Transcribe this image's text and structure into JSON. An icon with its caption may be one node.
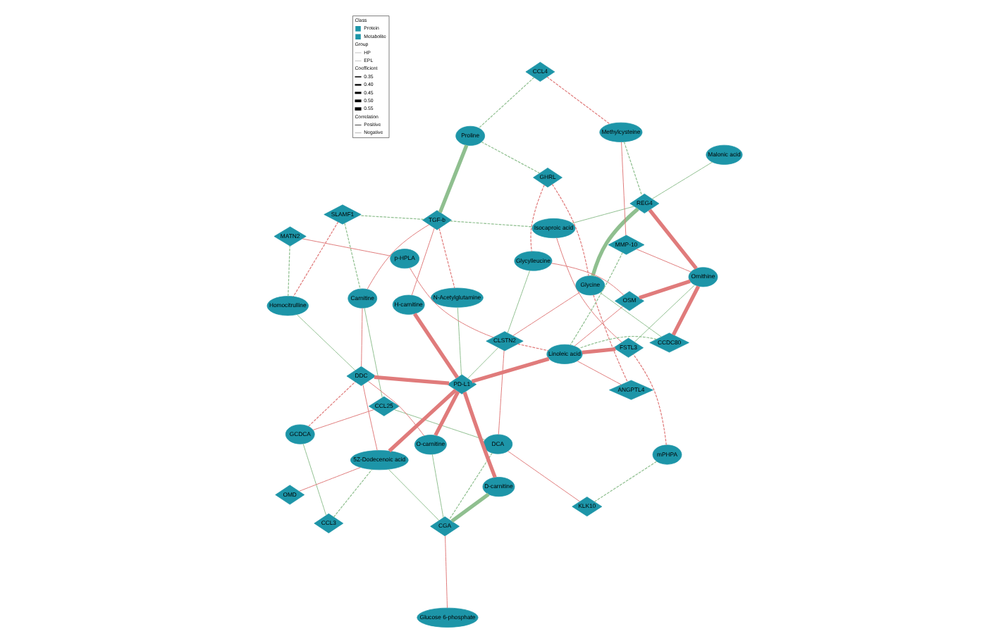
{
  "diagram": {
    "nodes": [
      {
        "text": [
          "KLK10"
        ]
      },
      {
        "text": [
          "CCL25"
        ]
      },
      {
        "text": [
          "CCL4"
        ]
      },
      {
        "text": [
          "Proline"
        ]
      },
      {
        "text": [
          "DCA"
        ]
      },
      {
        "text": [
          "Carnitine"
        ]
      },
      {
        "text": [
          "GCDCA"
        ]
      },
      {
        "text": [
          "mPHPA"
        ]
      },
      {
        "text": [
          "TGF-b"
        ]
      },
      {
        "text": [
          "SLAMF1"
        ]
      },
      {
        "text": [
          "Glucose 6-phosphate"
        ]
      },
      {
        "text": [
          "DDC"
        ]
      },
      {
        "text": [
          "Malonic acid"
        ]
      },
      {
        "text": [
          "Isocaproic acid"
        ]
      },
      {
        "text": [
          "D-carnitine"
        ]
      },
      {
        "text": [
          "CCL3"
        ]
      },
      {
        "text": [
          "FSTL3"
        ]
      },
      {
        "text": [
          "GHRL"
        ]
      },
      {
        "text": [
          "H-carnitine"
        ]
      },
      {
        "text": [
          "CGA"
        ]
      },
      {
        "text": [
          "Homocitrulline"
        ]
      },
      {
        "text": [
          "O-carnitine"
        ]
      },
      {
        "text": [
          "Glycine"
        ]
      },
      {
        "text": [
          "Methylcysteine"
        ]
      },
      {
        "text": [
          "REG4"
        ]
      },
      {
        "text": [
          "ANGPTL4"
        ]
      },
      {
        "text": [
          "CCDC80"
        ]
      },
      {
        "text": [
          "PD-L1"
        ]
      },
      {
        "text": [
          "5Z-Dodecenoic acid"
        ]
      },
      {
        "text": [
          "N-Acetylglutamine"
        ]
      },
      {
        "text": [
          "MMP-10"
        ]
      },
      {
        "text": [
          "CLSTN2"
        ]
      },
      {
        "text": [
          "MATN2"
        ]
      },
      {
        "text": [
          "OMD"
        ]
      },
      {
        "text": [
          "Ornithine"
        ]
      },
      {
        "text": [
          "Linoleic acid"
        ]
      },
      {
        "text": [
          "p-HPLA"
        ]
      },
      {
        "text": [
          "OSM"
        ]
      },
      {
        "text": [
          "Glycylleucine"
        ]
      }
    ],
    "edges": [
      {
        "from": 0,
        "to": 4,
        "arrow": "none"
      },
      {
        "from": 0,
        "to": 7,
        "arrow": "none",
        "style": "dashed",
        "color": "#8fbf8f"
      },
      {
        "from": 2,
        "to": 3,
        "arrow": "none",
        "style": "dashed",
        "color": "#8fbf8f"
      },
      {
        "from": 2,
        "to": 23,
        "arrow": "none",
        "style": "dashed"
      },
      {
        "from": 3,
        "to": 8,
        "arrow": "none",
        "style": "thick",
        "color": "#8fbf8f"
      },
      {
        "from": 3,
        "to": 17,
        "arrow": "none",
        "style": "dashed",
        "color": "#8fbf8f"
      },
      {
        "from": 7,
        "to": 16,
        "arrow": "none",
        "style": "dashed"
      },
      {
        "from": 8,
        "to": 13,
        "arrow": "none",
        "style": "dashed",
        "color": "#8fbf8f"
      },
      {
        "from": 8,
        "to": 9,
        "arrow": "none",
        "style": "dashed",
        "color": "#8fbf8f"
      },
      {
        "from": 9,
        "to": 5,
        "arrow": "none",
        "style": "dashed",
        "color": "#8fbf8f"
      },
      {
        "from": 8,
        "to": 5,
        "arrow": "none"
      },
      {
        "from": 8,
        "to": 18,
        "arrow": "none"
      },
      {
        "from": 8,
        "to": 29,
        "arrow": "none",
        "style": "dashed"
      },
      {
        "from": 4,
        "to": 1,
        "arrow": "none",
        "color": "#8fbf8f"
      },
      {
        "from": 4,
        "to": 31,
        "arrow": "none"
      },
      {
        "from": 4,
        "to": 19,
        "arrow": "none",
        "style": "dashed",
        "color": "#8fbf8f"
      },
      {
        "from": 1,
        "to": 5,
        "arrow": "none",
        "color": "#8fbf8f"
      },
      {
        "from": 1,
        "to": 6,
        "arrow": "none"
      },
      {
        "from": 5,
        "to": 11,
        "arrow": "none"
      },
      {
        "from": 6,
        "to": 11,
        "arrow": "none",
        "style": "dashed"
      },
      {
        "from": 6,
        "to": 15,
        "arrow": "none",
        "color": "#8fbf8f"
      },
      {
        "from": 9,
        "to": 20,
        "arrow": "none",
        "style": "dashed"
      },
      {
        "from": 10,
        "to": 19,
        "arrow": "none"
      },
      {
        "from": 11,
        "to": 27,
        "arrow": "none",
        "style": "thick"
      },
      {
        "from": 11,
        "to": 20,
        "arrow": "none",
        "color": "#8fbf8f"
      },
      {
        "from": 11,
        "to": 28,
        "arrow": "none"
      },
      {
        "from": 11,
        "to": 21,
        "arrow": "none"
      },
      {
        "from": 14,
        "to": 19,
        "arrow": "none",
        "style": "thick",
        "color": "#8fbf8f"
      },
      {
        "from": 14,
        "to": 27,
        "arrow": "none",
        "style": "thick"
      },
      {
        "from": 15,
        "to": 28,
        "arrow": "none",
        "style": "dashed",
        "color": "#8fbf8f"
      },
      {
        "from": 20,
        "to": 32,
        "arrow": "none",
        "style": "dashed",
        "color": "#8fbf8f"
      },
      {
        "from": 19,
        "to": 21,
        "arrow": "none",
        "color": "#8fbf8f"
      },
      {
        "from": 19,
        "to": 28,
        "arrow": "none",
        "color": "#8fbf8f"
      },
      {
        "from": 21,
        "to": 27,
        "arrow": "none",
        "style": "thick"
      },
      {
        "from": 18,
        "to": 27,
        "arrow": "none",
        "style": "thick"
      },
      {
        "from": 27,
        "to": 28,
        "arrow": "none",
        "style": "thick"
      },
      {
        "from": 27,
        "to": 35,
        "arrow": "none",
        "style": "thick"
      },
      {
        "from": 27,
        "to": 31,
        "arrow": "none",
        "color": "#8fbf8f"
      },
      {
        "from": 27,
        "to": 29,
        "arrow": "none",
        "color": "#8fbf8f"
      },
      {
        "from": 28,
        "to": 33,
        "arrow": "none"
      },
      {
        "from": 31,
        "to": 36,
        "arrow": "none"
      },
      {
        "from": 32,
        "to": 36,
        "arrow": "none"
      },
      {
        "from": 31,
        "to": 35,
        "arrow": "none",
        "style": "dashed"
      },
      {
        "from": 31,
        "to": 38,
        "arrow": "none",
        "color": "#8fbf8f"
      },
      {
        "from": 22,
        "to": 31,
        "arrow": "none"
      },
      {
        "from": 12,
        "to": 24,
        "arrow": "none",
        "color": "#8fbf8f"
      },
      {
        "from": 16,
        "to": 13,
        "arrow": "none"
      },
      {
        "from": 16,
        "to": 34,
        "arrow": "none",
        "color": "#8fbf8f"
      },
      {
        "from": 16,
        "to": 35,
        "arrow": "none",
        "style": "thick"
      },
      {
        "from": 13,
        "to": 24,
        "arrow": "none",
        "color": "#8fbf8f"
      },
      {
        "from": 17,
        "to": 22,
        "arrow": "none",
        "style": "dashed"
      },
      {
        "from": 17,
        "to": 38,
        "arrow": "none",
        "style": "dashed"
      },
      {
        "from": 22,
        "to": 24,
        "arrow": "none",
        "style": "thick",
        "color": "#8fbf8f"
      },
      {
        "from": 22,
        "to": 25,
        "arrow": "none",
        "style": "dashed"
      },
      {
        "from": 22,
        "to": 26,
        "arrow": "none",
        "color": "#8fbf8f"
      },
      {
        "from": 23,
        "to": 24,
        "arrow": "none",
        "style": "dashed",
        "color": "#8fbf8f"
      },
      {
        "from": 23,
        "to": 30,
        "arrow": "none"
      },
      {
        "from": 24,
        "to": 34,
        "arrow": "none",
        "style": "thick"
      },
      {
        "from": 25,
        "to": 35,
        "arrow": "none"
      },
      {
        "from": 26,
        "to": 34,
        "arrow": "none",
        "style": "thick"
      },
      {
        "from": 26,
        "to": 35,
        "arrow": "none",
        "style": "dashed",
        "color": "#8fbf8f"
      },
      {
        "from": 30,
        "to": 34,
        "arrow": "none"
      },
      {
        "from": 30,
        "to": 35,
        "arrow": "none",
        "style": "dashed",
        "color": "#8fbf8f"
      },
      {
        "from": 34,
        "to": 37,
        "arrow": "none",
        "style": "thick"
      },
      {
        "from": 35,
        "to": 37,
        "arrow": "none"
      },
      {
        "from": 37,
        "to": 38,
        "arrow": "none"
      }
    ],
    "legend": [
      {
        "text": "Class"
      },
      {
        "text": "Protein"
      },
      {
        "text": "Metabolite"
      },
      {
        "text": "Group"
      },
      {
        "text": "HP"
      },
      {
        "text": "EPL"
      },
      {
        "text": "Coefficient"
      },
      {
        "text": "0.35"
      },
      {
        "text": "0.40"
      },
      {
        "text": "0.45"
      },
      {
        "text": "0.50"
      },
      {
        "text": "0.55"
      },
      {
        "text": "Correlation"
      },
      {
        "text": "Positive"
      },
      {
        "text": "Negative"
      }
    ]
  }
}
